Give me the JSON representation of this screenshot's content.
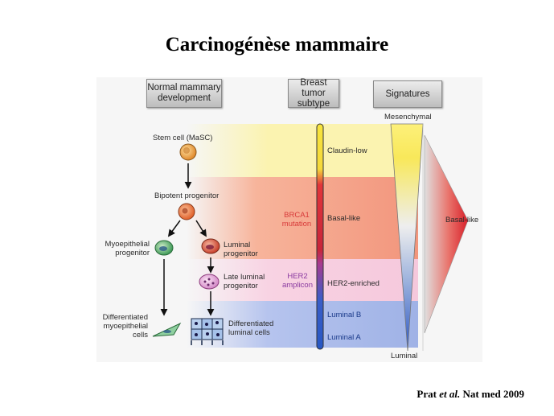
{
  "title": "Carcinogénèse mammaire",
  "headers": {
    "normal": "Normal mammary development",
    "tumor": "Breast tumor subtype",
    "signatures": "Signatures"
  },
  "cells": {
    "stem": "Stem cell (MaSC)",
    "bipotent": "Bipotent progenitor",
    "myoepithelial_progenitor": "Myoepithelial progenitor",
    "luminal_progenitor": "Luminal progenitor",
    "late_luminal": "Late luminal progenitor",
    "diff_myoepithelial": "Differentiated myoepithelial cells",
    "diff_luminal": "Differentiated luminal cells"
  },
  "annotations": {
    "brca1": "BRCA1 mutation",
    "her2": "HER2 amplicon"
  },
  "subtypes": {
    "claudin_low": "Claudin-low",
    "basal_like": "Basal-like",
    "her2_enriched": "HER2-enriched",
    "luminal_b": "Luminal B",
    "luminal_a": "Luminal A"
  },
  "signature_labels": {
    "mesenchymal": "Mesenchymal",
    "basal_like": "Basal-like",
    "luminal": "Luminal"
  },
  "citation": {
    "author": "Prat",
    "etal": "et al.",
    "journal": "Nat med 2009"
  },
  "colors": {
    "claudin_band": "#fbf3b0",
    "basal_band": "#f2957c",
    "her2_band": "#f5c8dc",
    "luminal_band": "#9fb2e6",
    "bar_yellow": "#f7e43c",
    "bar_red": "#e2343a",
    "bar_blue": "#2657c4"
  }
}
